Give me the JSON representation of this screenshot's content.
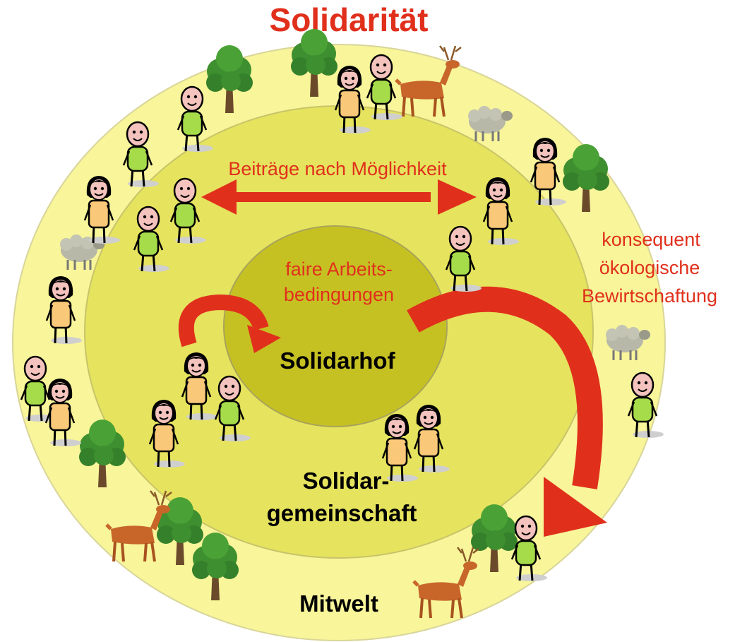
{
  "title": "Solidarität",
  "rings": {
    "outer": {
      "label": "Mitwelt",
      "color": "#f8f59a"
    },
    "middle": {
      "label_line1": "Solidar-",
      "label_line2": "gemeinschaft",
      "color": "#e6e35e"
    },
    "inner": {
      "label": "Solidarhof",
      "color": "#c6c123"
    }
  },
  "annotations": {
    "contributions": "Beiträge nach Möglichkeit",
    "fair_work_line1": "faire Arbeits-",
    "fair_work_line2": "bedingungen",
    "eco_line1": "konsequent",
    "eco_line2": "ökologische",
    "eco_line3": "Bewirtschaftung"
  },
  "colors": {
    "accent_red": "#e0301c",
    "person_green": "#a6dc4a",
    "person_orange": "#f9c878",
    "tree_green": "#3e8f2f",
    "deer_brown": "#c8662a",
    "sheep_gray": "#b8b8a8"
  },
  "icons": [
    "person-icon",
    "tree-icon",
    "deer-icon",
    "sheep-icon",
    "arrow-icon"
  ]
}
